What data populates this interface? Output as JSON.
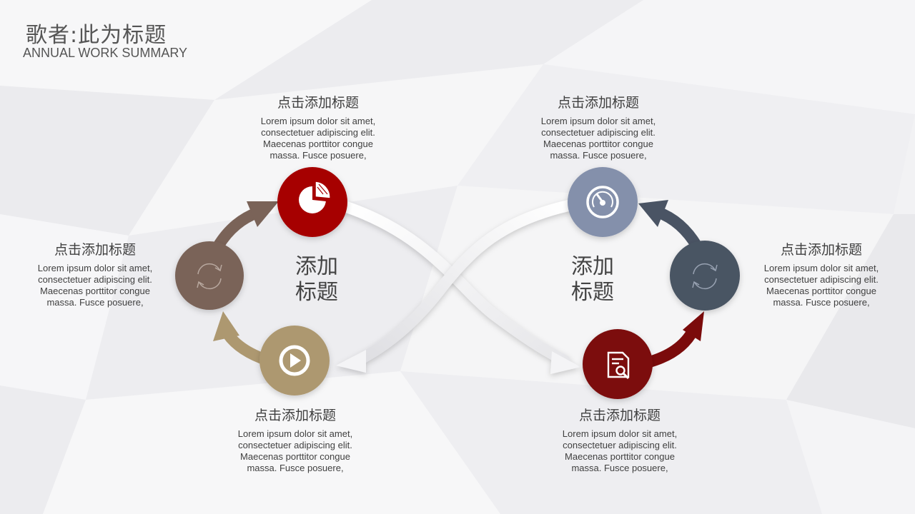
{
  "header": {
    "title": "歌者:此为标题",
    "subtitle": "ANNUAL WORK SUMMARY"
  },
  "loops": [
    {
      "center_label": "添加\n标题"
    },
    {
      "center_label": "添加\n标题"
    }
  ],
  "nodes": [
    {
      "id": "left-top",
      "color": "#a60000",
      "icon": "pie-chart-icon"
    },
    {
      "id": "left-side",
      "color": "#7a6358",
      "icon": "refresh-icon"
    },
    {
      "id": "left-bottom",
      "color": "#ad9870",
      "icon": "play-icon"
    },
    {
      "id": "right-top",
      "color": "#8490ab",
      "icon": "gauge-icon"
    },
    {
      "id": "right-side",
      "color": "#4a5464",
      "icon": "refresh-icon"
    },
    {
      "id": "right-bottom",
      "color": "#7b0b0b",
      "icon": "document-search-icon"
    }
  ],
  "text_blocks": [
    {
      "title": "点击添加标题",
      "body": "Lorem ipsum dolor sit amet,\nconsectetuer adipiscing elit.\nMaecenas porttitor congue\nmassa. Fusce posuere,"
    },
    {
      "title": "点击添加标题",
      "body": "Lorem ipsum dolor sit amet,\nconsectetuer adipiscing elit.\nMaecenas porttitor congue\nmassa. Fusce posuere,"
    },
    {
      "title": "点击添加标题",
      "body": "Lorem ipsum dolor sit amet,\nconsectetuer adipiscing elit.\nMaecenas porttitor congue\nmassa. Fusce posuere,"
    },
    {
      "title": "点击添加标题",
      "body": "Lorem ipsum dolor sit amet,\nconsectetuer adipiscing elit.\nMaecenas porttitor congue\nmassa. Fusce posuere,"
    },
    {
      "title": "点击添加标题",
      "body": "Lorem ipsum dolor sit amet,\nconsectetuer adipiscing elit.\nMaecenas porttitor congue\nmassa. Fusce posuere,"
    },
    {
      "title": "点击添加标题",
      "body": "Lorem ipsum dolor sit amet,\nconsectetuer adipiscing elit.\nMaecenas porttitor congue\nmassa. Fusce posuere,"
    }
  ],
  "arrow_colors": {
    "left_upper": "#7a6358",
    "left_lower": "#ad9870",
    "right_upper": "#4a5464",
    "right_lower": "#7b0b0b",
    "cross": "#ffffff"
  }
}
